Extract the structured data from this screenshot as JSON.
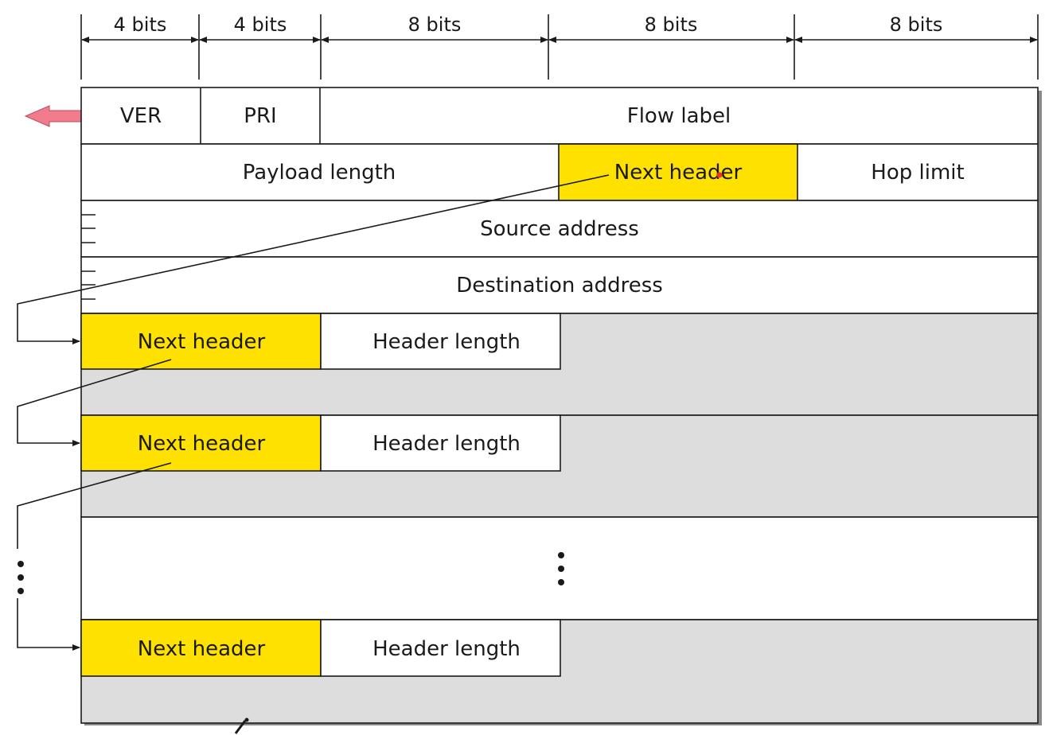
{
  "bit_widths": [
    "4 bits",
    "4 bits",
    "8 bits",
    "8 bits",
    "8 bits"
  ],
  "fields": {
    "ver": "VER",
    "pri": "PRI",
    "flow_label": "Flow label",
    "payload_length": "Payload length",
    "next_header": "Next header",
    "hop_limit": "Hop limit",
    "source_address": "Source address",
    "destination_address": "Destination address"
  },
  "extension_headers": [
    {
      "next_header": "Next header",
      "header_length": "Header length"
    },
    {
      "next_header": "Next header",
      "header_length": "Header length"
    },
    {
      "next_header": "Next header",
      "header_length": "Header length"
    }
  ],
  "colors": {
    "highlight": "#ffe100",
    "extension_fill": "#dddddd",
    "arrow_pink": "#f07c8c"
  }
}
